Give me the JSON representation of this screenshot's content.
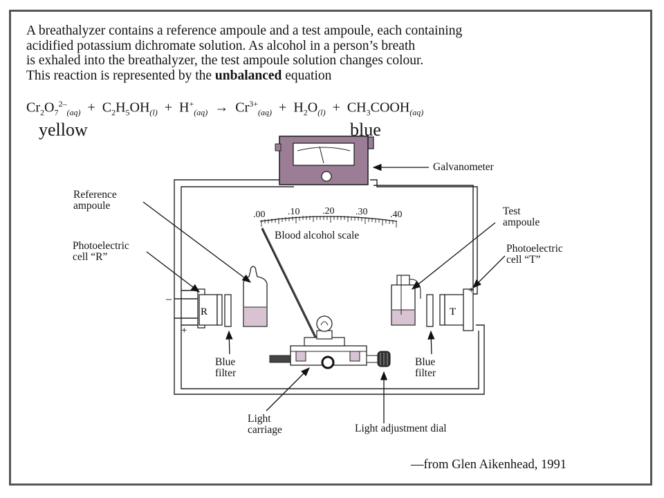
{
  "intro": {
    "line1": "A breathalyzer contains a reference ampoule and a test ampoule, each containing",
    "line2": "acidified potassium dichromate solution.  As alcohol in a person’s breath",
    "line3": "is exhaled into the breathalyzer, the test ampoule solution changes colour.",
    "line4_before": "This reaction is represented by the ",
    "line4_bold": "unbalanced",
    "line4_after": " equation"
  },
  "equation": {
    "t1": "Cr",
    "t1_sub1": "2",
    "t1_mid": "O",
    "t1_sub2": "7",
    "t1_sup": "2–",
    "t1_state": "(aq)",
    "plus1": "+",
    "t2": "C",
    "t2_sub1": "2",
    "t2_mid": "H",
    "t2_sub2": "5",
    "t2_end": "OH",
    "t2_state": "(l)",
    "plus2": "+",
    "t3": "H",
    "t3_sup": "+",
    "t3_state": "(aq)",
    "arrow": "→",
    "t4": "Cr",
    "t4_sup": "3+",
    "t4_state": "(aq)",
    "plus3": "+",
    "t5": "H",
    "t5_sub": "2",
    "t5_end": "O",
    "t5_state": "(l)",
    "plus4": "+",
    "t6": "CH",
    "t6_sub": "3",
    "t6_end": "COOH",
    "t6_state": "(aq)"
  },
  "color_labels": {
    "yellow": "yellow",
    "blue": "blue"
  },
  "diagram": {
    "galvanometer": "Galvanometer",
    "reference_ampoule": [
      "Reference",
      "ampoule"
    ],
    "photocell_r": [
      "Photoelectric",
      "cell “R”"
    ],
    "test_ampoule": [
      "Test",
      "ampoule"
    ],
    "photocell_t": [
      "Photoelectric",
      "cell “T”"
    ],
    "scale_ticks": [
      ".00",
      ".10",
      ".20",
      ".30",
      ".40"
    ],
    "scale_label": "Blood alcohol scale",
    "blue_filter_left": [
      "Blue",
      "filter"
    ],
    "blue_filter_right": [
      "Blue",
      "filter"
    ],
    "light_carriage": [
      "Light",
      "carriage"
    ],
    "light_dial": "Light adjustment dial",
    "cell_r_letter": "R",
    "cell_t_letter": "T",
    "plus_sign": "+",
    "minus_sign": "–"
  },
  "credit": "—from Glen Aikenhead, 1991",
  "colors": {
    "meter": "#9b7d96",
    "solution": "#d9c3d2",
    "frame": "#555555"
  }
}
